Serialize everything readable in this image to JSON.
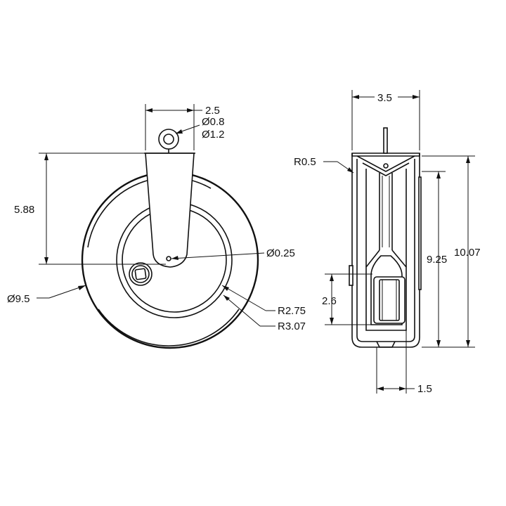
{
  "drawing": {
    "front_view": {
      "dim_width_top": "2.5",
      "dim_eye_inner": "Ø0.8",
      "dim_eye_outer": "Ø1.2",
      "dim_height": "5.88",
      "dim_hole": "Ø0.25",
      "dim_wheel_dia": "Ø9.5",
      "dim_hub_r_inner": "R2.75",
      "dim_hub_r_outer": "R3.07"
    },
    "side_view": {
      "dim_width": "3.5",
      "dim_fillet": "R0.5",
      "dim_overall_height": "10.07",
      "dim_wheel_height": "9.25",
      "dim_hub_height": "2.6",
      "dim_hub_width": "1.5"
    }
  }
}
